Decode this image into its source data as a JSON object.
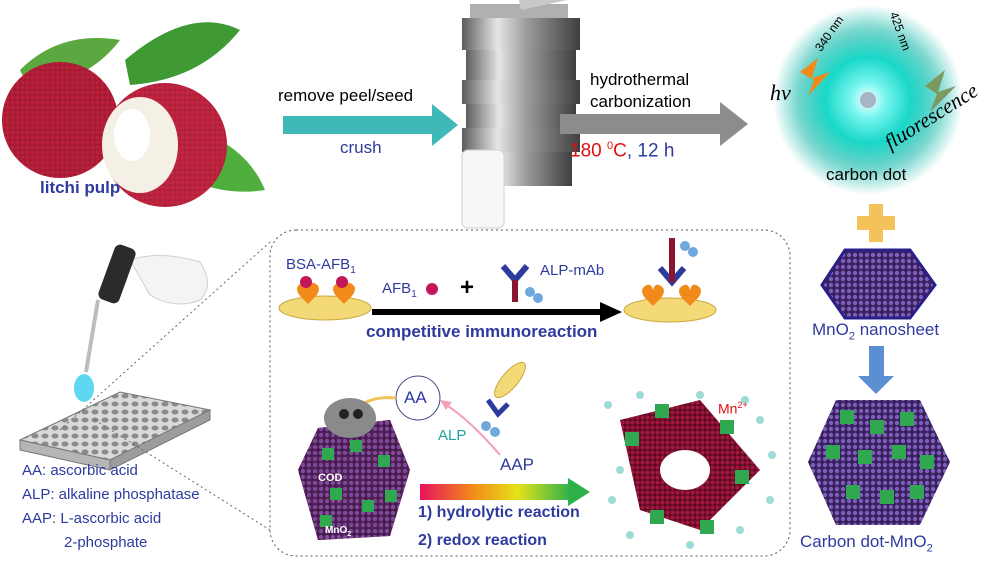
{
  "top": {
    "litchi_label": "litchi pulp",
    "step1_above": "remove peel/seed",
    "step1_below": "crush",
    "step2_line1": "hydrothermal",
    "step2_line2": "carbonization",
    "step2_temp_prefix": "180 ",
    "step2_temp_sup": "0",
    "step2_temp_unit": "C",
    "step2_time": ", 12 h",
    "hv": "hv",
    "excitation": "340 nm",
    "emission": "425 nm",
    "fluorescence": "fluorescence",
    "carbon_dot": "carbon dot"
  },
  "right": {
    "mno2_label_main": "MnO",
    "mno2_label_sub": "2",
    "mno2_label_rest": " nanosheet",
    "cd_mno2_main": "Carbon dot-MnO",
    "cd_mno2_sub": "2"
  },
  "immuno": {
    "bsa_afb1_main": "BSA-AFB",
    "bsa_afb1_sub": "1",
    "afb1_main": "AFB",
    "afb1_sub": "1",
    "plus": "+",
    "alp_mab": "ALP-mAb",
    "competitive": "competitive immunoreaction"
  },
  "reaction": {
    "aa": "AA",
    "alp": "ALP",
    "aap": "AAP",
    "cod": "COD",
    "mno2_small_main": "MnO",
    "mno2_small_sub": "2",
    "mn_ion_main": "Mn",
    "mn_ion_sup": "2+",
    "step1": "1)  hydrolytic reaction",
    "step2": "2)  redox reaction"
  },
  "legend": {
    "aa": "AA:  ascorbic acid",
    "alp": "ALP: alkaline phosphatase",
    "aap_line1": "AAP: L-ascorbic acid",
    "aap_line2": "2-phosphate"
  },
  "colors": {
    "teal_arrow": "#3fb8b8",
    "gray_arrow": "#8c8c8c",
    "blue_text": "#2e3a9e",
    "red_text": "#e01010",
    "purple_sheet": "#5a3b8c",
    "green_dot": "#2fa84f",
    "crimson": "#8a1530"
  }
}
